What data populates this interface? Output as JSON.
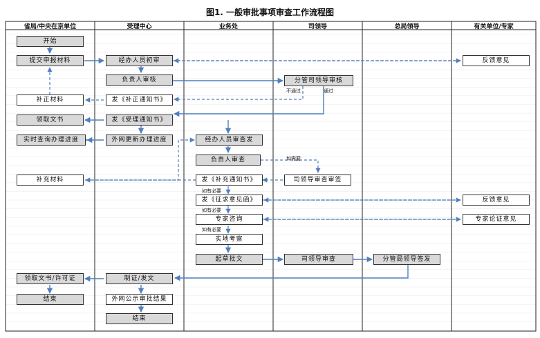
{
  "title": "图1. 一般审批事项审查工作流程图",
  "lanes": [
    "省局/中央在京单位",
    "受理中心",
    "业务处",
    "司领导",
    "总局领导",
    "有关单位/专家"
  ],
  "nodes": {
    "start": "开始",
    "submit": "提交申报材料",
    "initial_review": "经办人员初审",
    "feedback1": "反馈意见",
    "responsible_review": "负责人审核",
    "dept_leader_review": "分管司领导审核",
    "supplement": "补正材料",
    "supplement_notice": "发《补正通知书》",
    "receive_doc": "领取文书",
    "acceptance_notice": "发《受理通知书》",
    "check_progress": "实时查询办理进度",
    "update_progress": "外网更新办理进度",
    "staff_examine": "经办人员审查发",
    "responsible_examine": "负责人审查",
    "sinfo_review": "司领导审查审签",
    "add_material": "补充材料",
    "supplement_notice2": "发《补充通知书》",
    "opinion_letter": "发《征求意见函》",
    "feedback2": "反馈意见",
    "expert_consult": "专家咨询",
    "expert_opinion": "专家论证意见",
    "site_inspect": "实地考察",
    "draft_approval": "起草批文",
    "sinfo_examine": "司领导审查",
    "bureau_sign": "分管局领导签发",
    "receive_license": "领取文书/许可证",
    "make_issue": "制证/发文",
    "end1": "结束",
    "publish": "外网公示审批结果",
    "end2": "结束"
  },
  "labels": {
    "not_pass": "不通过",
    "pass": "通过",
    "if_needed1": "如需要",
    "if_needed2": "如有必要",
    "if_needed3": "如有必要",
    "if_needed4": "如有必要"
  }
}
